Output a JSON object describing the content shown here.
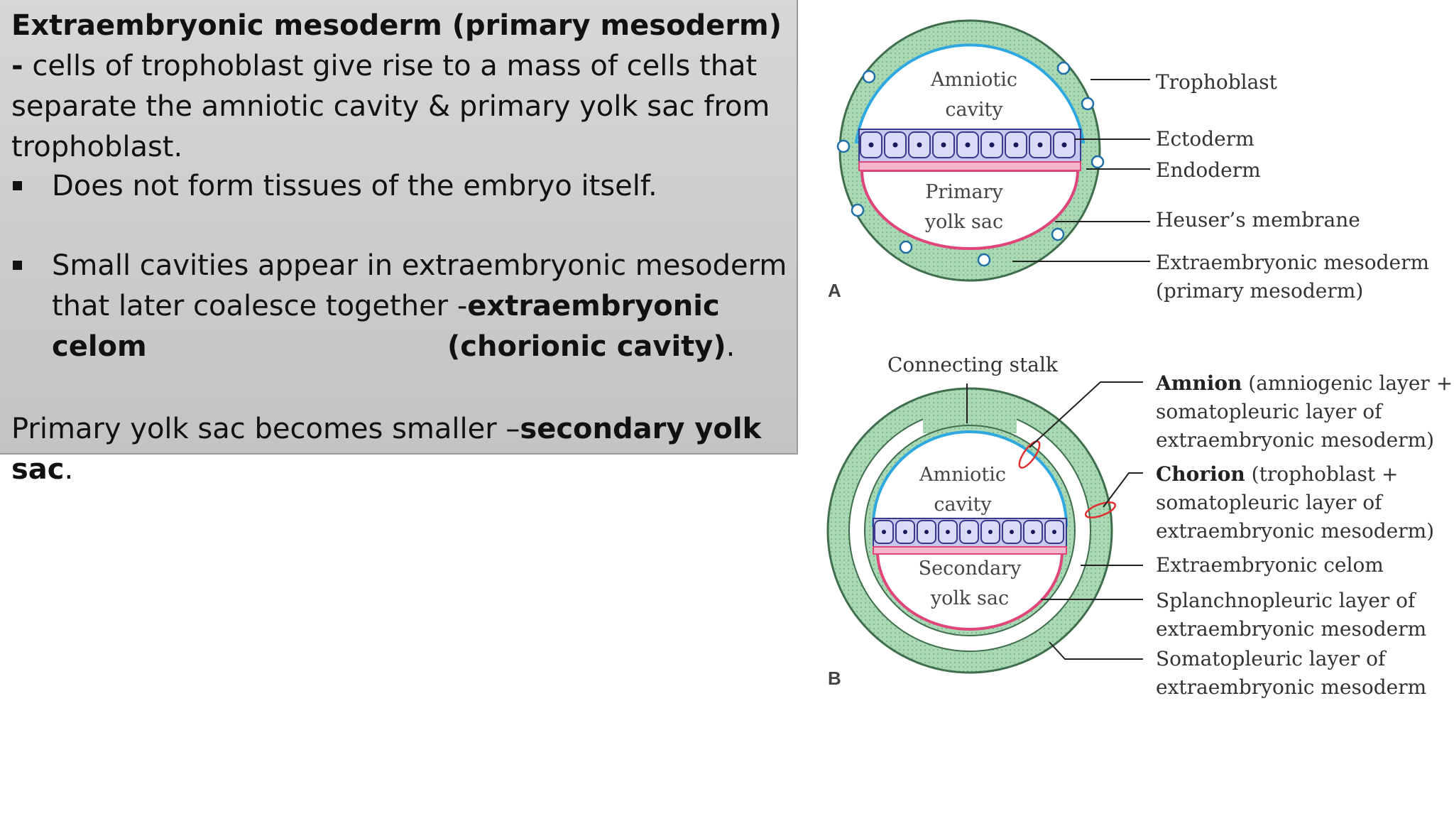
{
  "text": {
    "p1_bold": "Extraembryonic mesoderm (primary mesoderm) -",
    "p1_rest": " cells of trophoblast give rise to a mass of cells that separate the amniotic cavity & primary yolk sac from trophoblast.",
    "bullet1": "Does not form tissues of the embryo itself.",
    "bullet2_line1": "Small cavities appear in extraembryonic mesoderm",
    "bullet2_line2_plain": "that later coalesce together -",
    "bullet2_line2_bold": "extraembryonic celom",
    "bullet2_line3_bold": "(chorionic cavity)",
    "bullet2_line3_end": ".",
    "p3_plain": "Primary yolk sac becomes smaller –",
    "p3_bold": "secondary yolk sac",
    "p3_end": "."
  },
  "figure": {
    "panel_a_letter": "A",
    "panel_b_letter": "B",
    "a_inner": {
      "amniotic_1": "Amniotic",
      "amniotic_2": "cavity",
      "yolk_1": "Primary",
      "yolk_2": "yolk sac"
    },
    "b_inner": {
      "amniotic_1": "Amniotic",
      "amniotic_2": "cavity",
      "yolk_1": "Secondary",
      "yolk_2": "yolk sac"
    },
    "a_labels": {
      "trophoblast": "Trophoblast",
      "ectoderm": "Ectoderm",
      "endoderm": "Endoderm",
      "heuser": "Heuser’s membrane",
      "extra_1": "Extraembryonic mesoderm",
      "extra_2": "(primary mesoderm)"
    },
    "b_labels": {
      "connecting_stalk": "Connecting stalk",
      "amnion_bold": "Amnion",
      "amnion_rest": " (amniogenic layer +",
      "amnion_2": "somatopleuric layer of",
      "amnion_3": "extraembryonic mesoderm)",
      "chorion_bold": "Chorion",
      "chorion_rest": " (trophoblast +",
      "chorion_2": "somatopleuric layer of",
      "chorion_3": "extraembryonic mesoderm)",
      "celom": "Extraembryonic celom",
      "splanch_1": "Splanchnopleuric layer of",
      "splanch_2": "extraembryonic mesoderm",
      "somato_1": "Somatopleuric layer of",
      "somato_2": "extraembryonic mesoderm"
    },
    "colors": {
      "mesoderm_green": "#a9d8b4",
      "mesoderm_stroke": "#3f6e4c",
      "amnion_blue": "#2fa8e0",
      "yolk_pink": "#e0457a",
      "ectoderm_fill": "#c7c8f0",
      "chorion_red": "#e03030"
    }
  }
}
